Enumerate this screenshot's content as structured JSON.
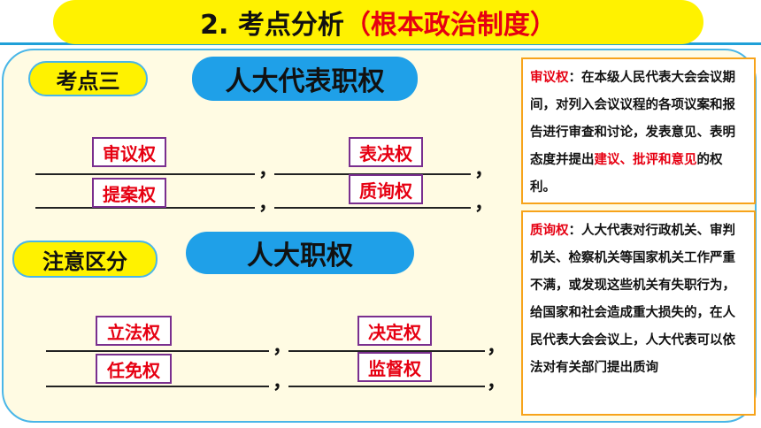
{
  "title": {
    "prefix": "2. 考点分析",
    "highlight": "（根本政治制度）"
  },
  "section1": {
    "tag": "考点三",
    "heading": "人大代表职权",
    "answers": [
      "审议权",
      "表决权",
      "提案权",
      "质询权"
    ]
  },
  "section2": {
    "tag": "注意区分",
    "heading": "人大职权",
    "answers": [
      "立法权",
      "决定权",
      "任免权",
      "监督权"
    ]
  },
  "punct": {
    "comma": "，"
  },
  "note1": {
    "term": "审议权",
    "colon": "：",
    "text": "在本级人民代表大会会议期间，对列入会议议程的各项议案和报告进行审查和讨论，发表意见、表明态度并提出",
    "highlight": "建议、批评和意见",
    "tail": "的权利。"
  },
  "note2": {
    "term": "质询权",
    "colon": "：",
    "text": "人大代表对行政机关、审判机关、检察机关等国家机关工作严重不满，或发现这些机关有失职行为，给国家和社会造成重大损失的，在人民代表大会会议上，人大代表可以依法对有关部门提出质询"
  },
  "colors": {
    "accent_yellow": "#fff200",
    "accent_blue": "#1fa0e8",
    "answer_red": "#e60012",
    "box_purple": "#7a2f8f",
    "note_orange": "#f7a31a"
  }
}
